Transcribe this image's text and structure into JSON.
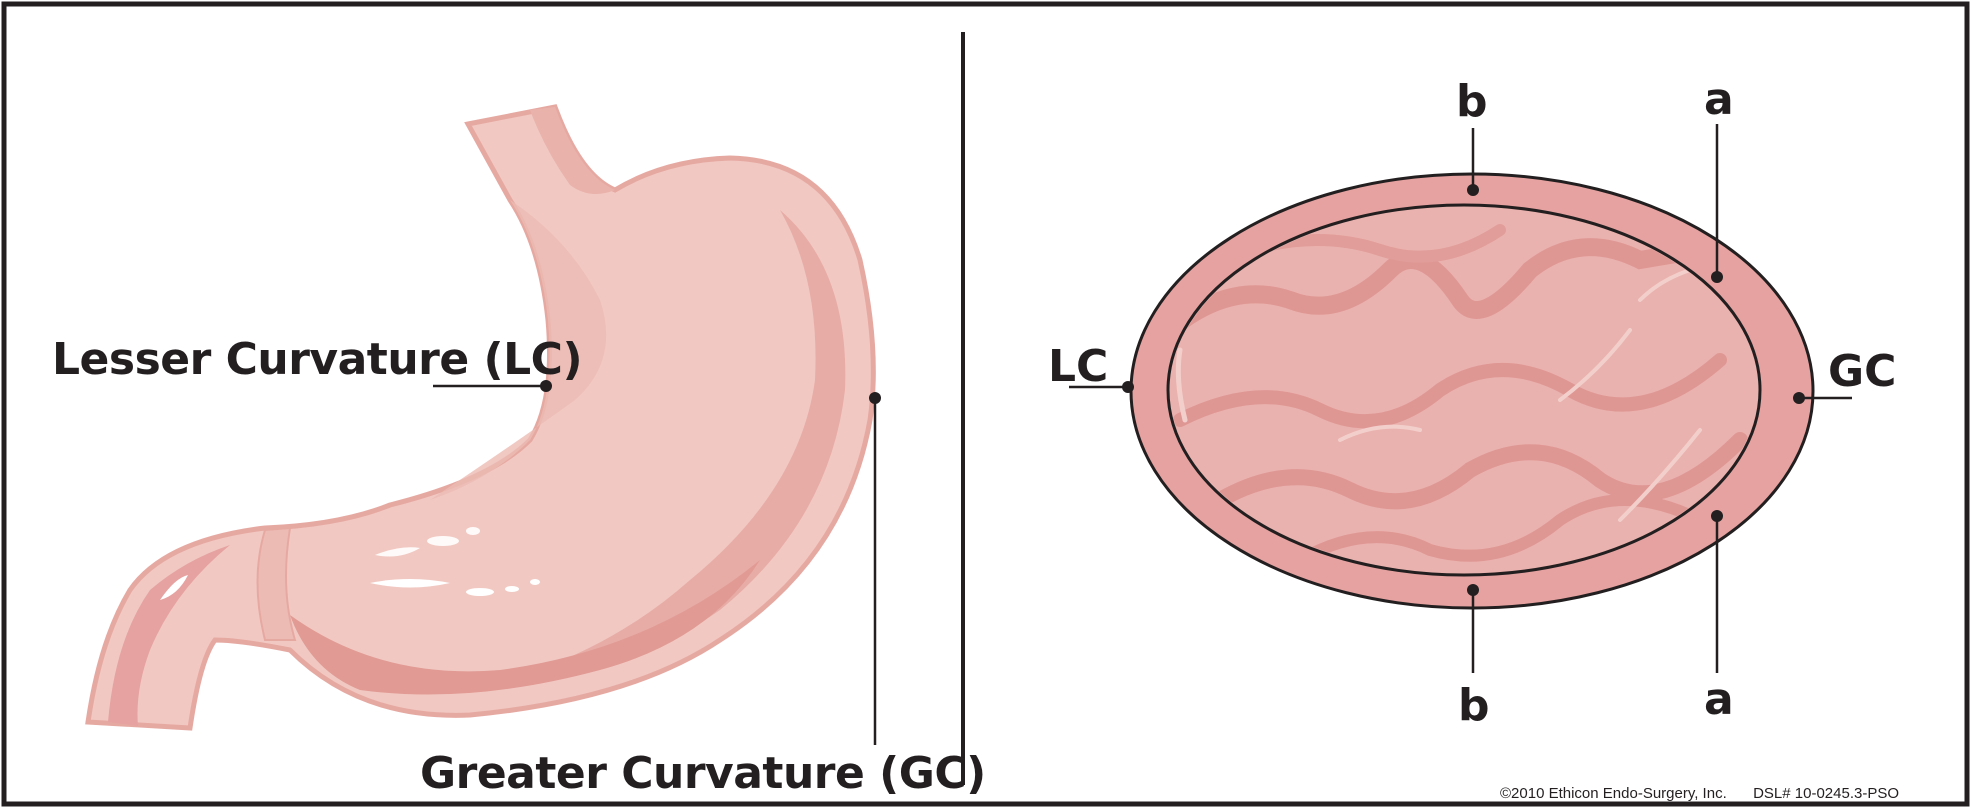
{
  "left_panel": {
    "lesser_label": "Lesser Curvature (LC)",
    "greater_label": "Greater Curvature (GC)"
  },
  "right_panel": {
    "label_b_top": "b",
    "label_b_bottom": "b",
    "label_a_top": "a",
    "label_a_bottom": "a",
    "label_lc": "LC",
    "label_gc": "GC"
  },
  "footer": {
    "copyright": "©2010 Ethicon Endo-Surgery, Inc.",
    "doc_id": "DSL# 10-0245.3-PSO"
  },
  "colors": {
    "stomach_light": "#f1c9c2",
    "stomach_mid": "#e9b2ab",
    "stomach_dark": "#e19a94",
    "ring": "#e6a2a0",
    "ink": "#231f20"
  }
}
